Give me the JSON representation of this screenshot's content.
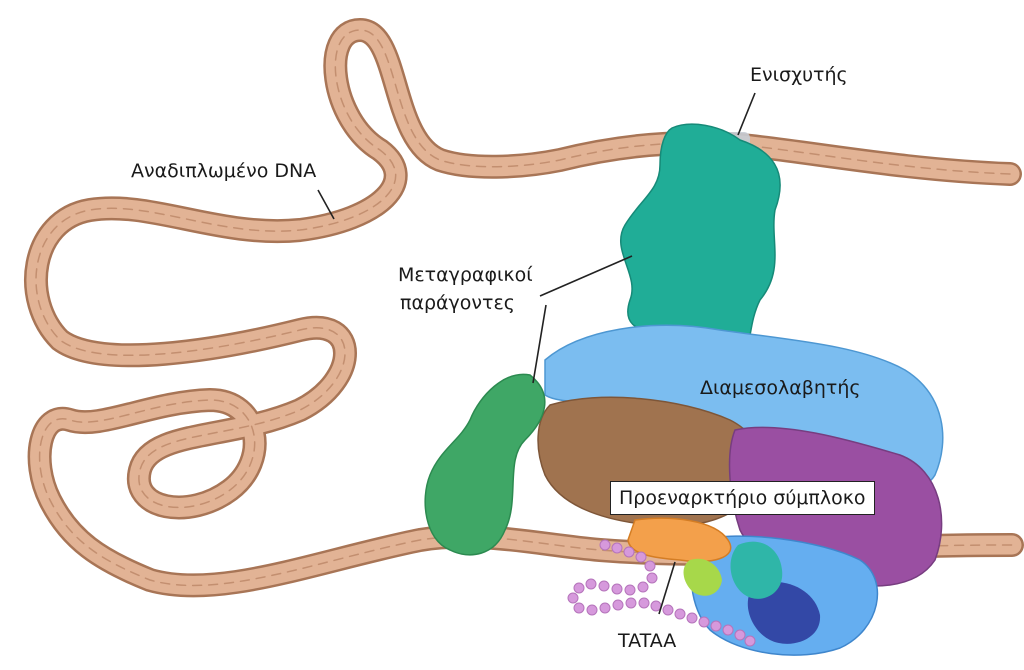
{
  "labels": {
    "folded_dna": "Αναδιπλωμένο DNA",
    "enhancer": "Ενισχυτής",
    "transcription_factors_line1": "Μεταγραφικοί",
    "transcription_factors_line2": "παράγοντες",
    "mediator": "Διαμεσολαβητής",
    "preinitiation_complex": "Προεναρκτήριο σύμπλοκο",
    "tataa": "TATAA"
  },
  "colors": {
    "dna": "#d9a888",
    "dna_edge": "#a87556",
    "activator": "#20ad97",
    "general_factor": "#3fa766",
    "mediator": "#7bbdf0",
    "polymerase": "#a0734f",
    "complex_purple": "#9a4fa2",
    "tbp": "#f3a04b",
    "beads": "#d699dc"
  }
}
